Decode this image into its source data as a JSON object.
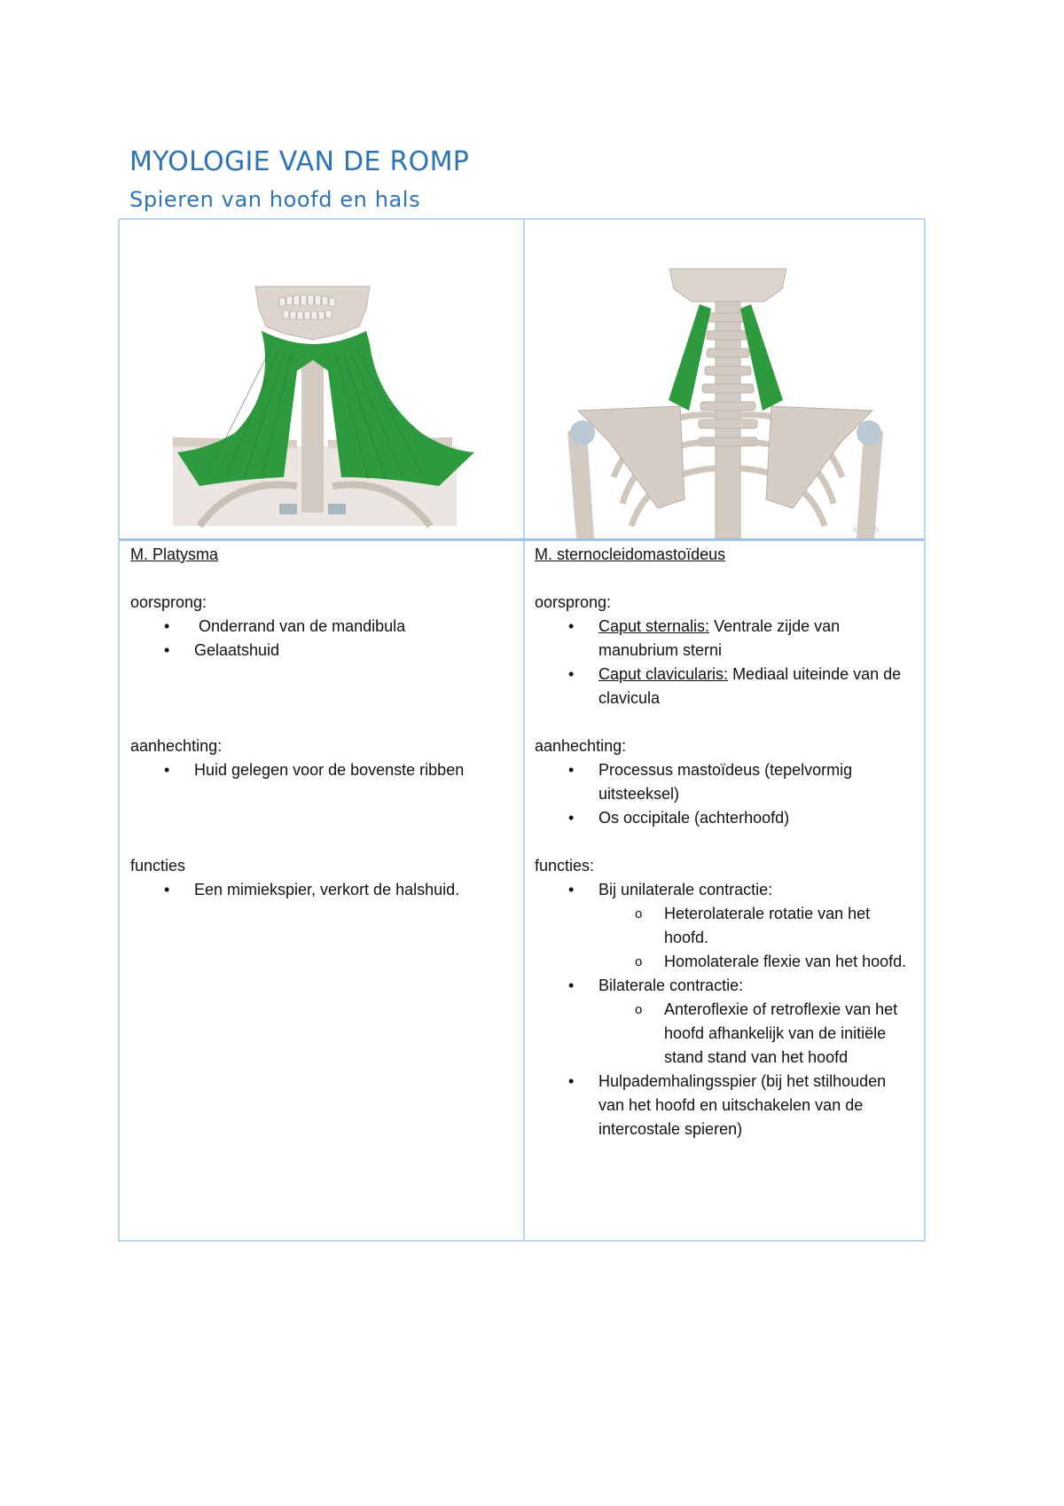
{
  "document": {
    "title": "MYOLOGIE VAN DE ROMP",
    "subtitle": "Spieren van hoofd en hals",
    "colors": {
      "heading_blue": "#2e74b5",
      "table_border": "#bdd5ee",
      "muscle_green": "#2e9a3e",
      "bone": "#d9d2ca"
    }
  },
  "table": {
    "columns": [
      {
        "image": {
          "alt": "platysma-illustration",
          "description": "Anterior view of neck with platysma highlighted in green"
        },
        "muscle_name": "M. Platysma",
        "sections": [
          {
            "label": "oorsprong:",
            "items": [
              {
                "text": "Onderrand van de mandibula"
              },
              {
                "text": "Gelaatshuid"
              }
            ]
          },
          {
            "label": "aanhechting:",
            "items": [
              {
                "text": "Huid gelegen voor de bovenste ribben"
              }
            ]
          },
          {
            "label": "functies",
            "items": [
              {
                "text": "Een mimiekspier, verkort de halshuid."
              }
            ]
          }
        ]
      },
      {
        "image": {
          "alt": "sternocleidomastoideus-illustration",
          "description": "Posterior view of neck and upper thorax with muscle highlighted in green",
          "watermark": "kenhub"
        },
        "muscle_name": "M. sternocleidomastoïdeus",
        "sections": [
          {
            "label": "oorsprong:",
            "items": [
              {
                "prefix": "Caput sternalis:",
                "text": " Ventrale zijde van manubrium sterni"
              },
              {
                "prefix": "Caput clavicularis:",
                "text": " Mediaal uiteinde van de clavicula"
              }
            ]
          },
          {
            "label": "aanhechting:",
            "items": [
              {
                "text": "Processus mastoïdeus (tepelvormig uitsteeksel)"
              },
              {
                "text": "Os occipitale (achterhoofd)"
              }
            ]
          },
          {
            "label": "functies:",
            "items": [
              {
                "text": "Bij unilaterale contractie:",
                "subitems": [
                  {
                    "text": "Heterolaterale rotatie van het hoofd."
                  },
                  {
                    "text": "Homolaterale flexie van het hoofd."
                  }
                ]
              },
              {
                "text": "Bilaterale contractie:",
                "subitems": [
                  {
                    "text": "Anteroflexie of retroflexie van het hoofd afhankelijk van de initiële stand stand van het hoofd"
                  }
                ]
              },
              {
                "text": "Hulpademhalingsspier (bij het stilhouden van het hoofd en uitschakelen van de intercostale spieren)"
              }
            ]
          }
        ]
      }
    ],
    "bullet_glyph": "•",
    "subbullet_glyph": "o"
  }
}
